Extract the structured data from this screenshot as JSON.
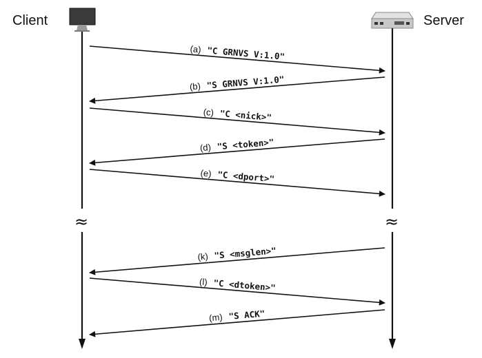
{
  "participants": {
    "client": {
      "label": "Client",
      "icon": "computer-icon"
    },
    "server": {
      "label": "Server",
      "icon": "server-rack-icon"
    }
  },
  "break_symbol": "≈",
  "messages": [
    {
      "tag": "(a)",
      "text": "\"C GRNVS V:1.0\"",
      "from": "client",
      "to": "server"
    },
    {
      "tag": "(b)",
      "text": "\"S GRNVS V:1.0\"",
      "from": "server",
      "to": "client"
    },
    {
      "tag": "(c)",
      "text": "\"C <nick>\"",
      "from": "client",
      "to": "server"
    },
    {
      "tag": "(d)",
      "text": "\"S <token>\"",
      "from": "server",
      "to": "client"
    },
    {
      "tag": "(e)",
      "text": "\"C <dport>\"",
      "from": "client",
      "to": "server"
    },
    {
      "tag": "(k)",
      "text": "\"S <msglen>\"",
      "from": "server",
      "to": "client"
    },
    {
      "tag": "(l)",
      "text": "\"C <dtoken>\"",
      "from": "client",
      "to": "server"
    },
    {
      "tag": "(m)",
      "text": "\"S ACK\"",
      "from": "server",
      "to": "client"
    }
  ],
  "colors": {
    "line": "#111111",
    "device_dark": "#3a3a3a",
    "server_body": "#c8c8c8"
  }
}
